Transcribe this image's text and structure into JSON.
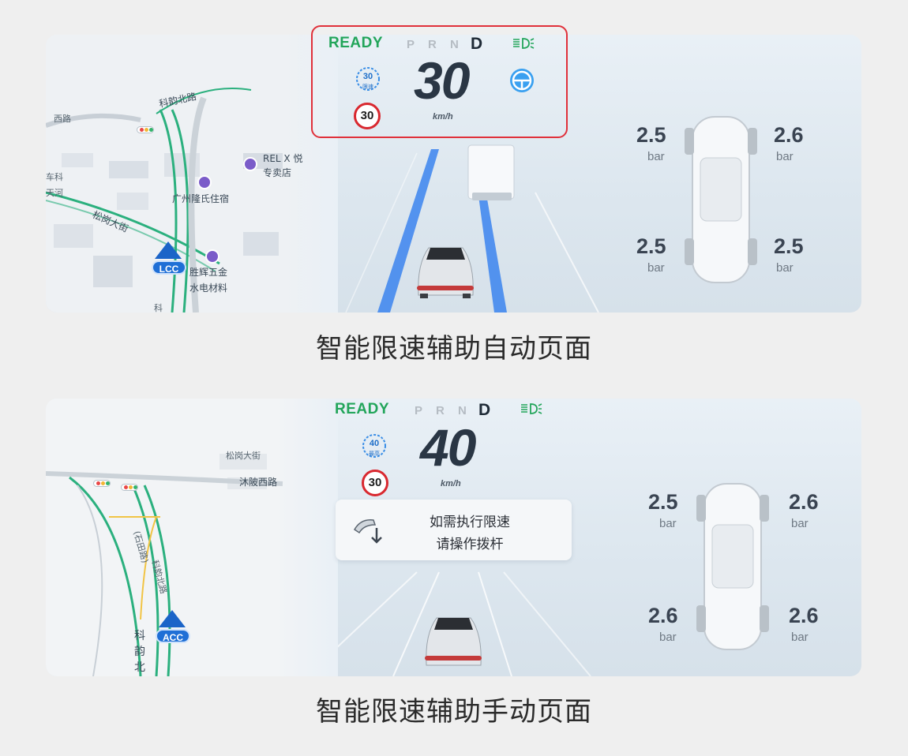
{
  "auto_page": {
    "caption": "智能限速辅助自动页面",
    "status": "READY",
    "gears": [
      "P",
      "R",
      "N",
      "D"
    ],
    "active_gear": "D",
    "speed": "30",
    "speed_unit": "km/h",
    "assist_speed": "30",
    "assist_speed_label": "限速",
    "speed_limit_sign": "30",
    "drive_mode": "LCC",
    "map_labels": [
      "科韵北路",
      "西路",
      "车科",
      "天河",
      "REL X 悦",
      "专卖店",
      "广州隆氏住宿",
      "松岗大街",
      "胜辉五金",
      "水电材料",
      "科"
    ],
    "tire_pressure": [
      {
        "position": "front-left",
        "value": "2.5",
        "unit": "bar"
      },
      {
        "position": "front-right",
        "value": "2.6",
        "unit": "bar"
      },
      {
        "position": "rear-left",
        "value": "2.5",
        "unit": "bar"
      },
      {
        "position": "rear-right",
        "value": "2.5",
        "unit": "bar"
      }
    ]
  },
  "manual_page": {
    "caption": "智能限速辅助手动页面",
    "status": "READY",
    "gears": [
      "P",
      "R",
      "N",
      "D"
    ],
    "active_gear": "D",
    "speed": "40",
    "speed_unit": "km/h",
    "assist_speed": "40",
    "assist_speed_label": "最高",
    "speed_limit_sign": "30",
    "drive_mode": "ACC",
    "prompt_line_1": "如需执行限速",
    "prompt_line_2": "请操作拨杆",
    "map_labels": [
      "松岗大街",
      "沐陂西路",
      "(石田路)",
      "科韵北路",
      "科",
      "韵",
      "北"
    ],
    "tire_pressure": [
      {
        "position": "front-left",
        "value": "2.5",
        "unit": "bar"
      },
      {
        "position": "front-right",
        "value": "2.6",
        "unit": "bar"
      },
      {
        "position": "rear-left",
        "value": "2.6",
        "unit": "bar"
      },
      {
        "position": "rear-right",
        "value": "2.6",
        "unit": "bar"
      }
    ]
  },
  "colors": {
    "ready_green": "#22a55a",
    "highlight_red": "#e0303a",
    "lane_blue": "#2f7ef0",
    "badge_blue": "#1f6fd6"
  }
}
